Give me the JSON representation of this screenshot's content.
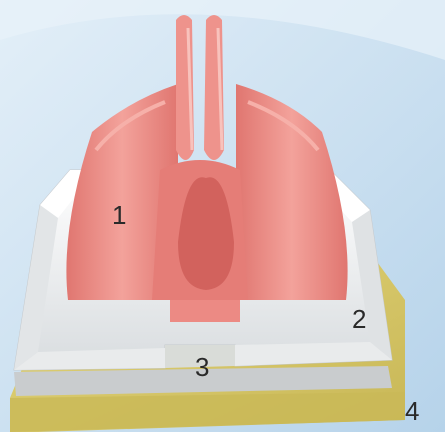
{
  "labels": {
    "one": "1",
    "two": "2",
    "three": "3",
    "four": "4"
  },
  "colors": {
    "background_top": "#dbeaf6",
    "background_bottom": "#b9d6ec",
    "red_body": "#ec8a84",
    "red_light": "#f6b4ac",
    "red_dark": "#c9615c",
    "white_layer": "#f3f3f3",
    "white_shadow": "#cfd3d6",
    "yellow_layer": "#d9c968",
    "yellow_edge": "#b9a94a"
  }
}
